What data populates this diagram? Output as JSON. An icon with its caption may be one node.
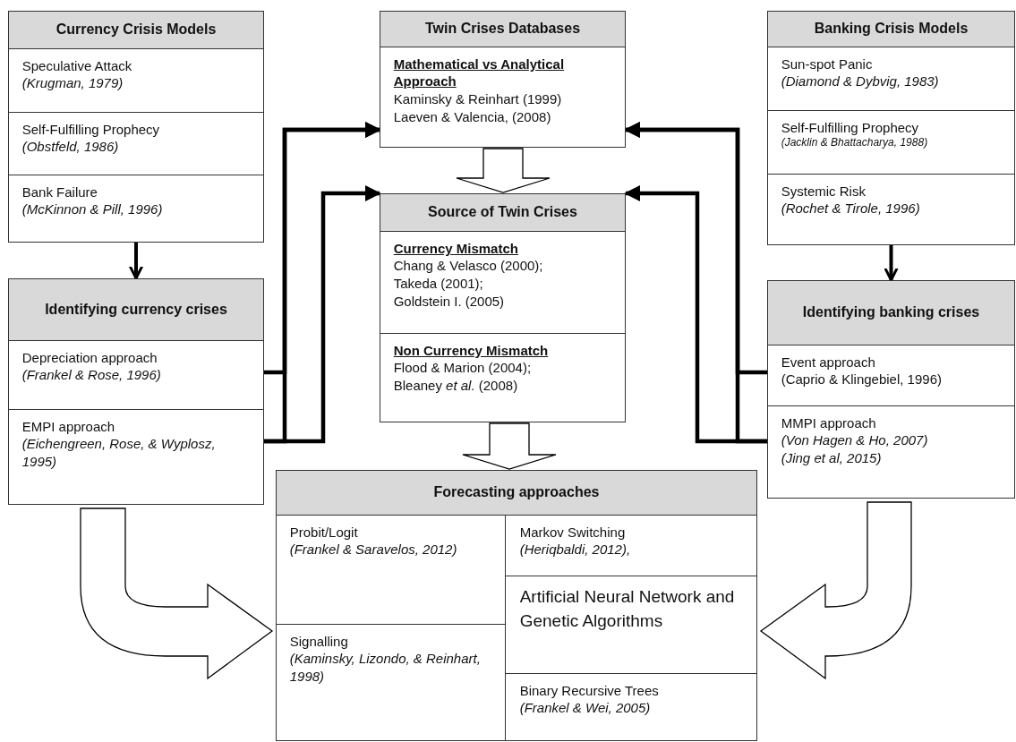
{
  "diagram": {
    "nodes": [
      {
        "text": [
          "Currency Crisis Models"
        ]
      },
      {
        "text": [
          "Speculative Attack",
          "(Krugman, 1979)"
        ],
        "in": 0
      },
      {
        "text": [
          "Self-Fulfilling Prophecy",
          "(Obstfeld, 1986)"
        ],
        "in": 0
      },
      {
        "text": [
          "Bank Failure",
          "(McKinnon & Pill, 1996)"
        ],
        "in": 0
      },
      {
        "text": [
          "Identifying currency crises"
        ]
      },
      {
        "text": [
          "Depreciation approach",
          "(Frankel & Rose, 1996)"
        ],
        "in": 4
      },
      {
        "text": [
          "EMPI approach",
          "(Eichengreen, Rose, & Wyplosz, 1995)"
        ],
        "in": 4
      },
      {
        "text": [
          "Twin Crises Databases"
        ]
      },
      {
        "text": [
          "Mathematical vs Analytical Approach",
          "Kaminsky & Reinhart (1999)",
          "Laeven & Valencia, (2008)"
        ],
        "in": 7
      },
      {
        "text": [
          "Source of Twin Crises"
        ]
      },
      {
        "text": [
          "Currency Mismatch",
          "Chang & Velasco (2000);",
          "Takeda (2001);",
          "Goldstein I. (2005)"
        ],
        "in": 9
      },
      {
        "text": [
          "Non Currency Mismatch",
          "Flood & Marion (2004);",
          "Bleaney *et al.* (2008)"
        ],
        "in": 9
      },
      {
        "text": [
          "Banking Crisis Models"
        ]
      },
      {
        "text": [
          "Sun-spot Panic",
          "(Diamond & Dybvig, 1983)"
        ],
        "in": 12
      },
      {
        "text": [
          "Self-Fulfilling Prophecy",
          "(Jacklin & Bhattacharya, 1988)"
        ],
        "in": 12
      },
      {
        "text": [
          "Systemic Risk",
          "(Rochet & Tirole, 1996)"
        ],
        "in": 12
      },
      {
        "text": [
          "Identifying banking crises"
        ]
      },
      {
        "text": [
          "Event approach",
          "(Caprio & Klingebiel, 1996)"
        ],
        "in": 16
      },
      {
        "text": [
          "MMPI approach",
          "(Von Hagen & Ho, 2007)",
          "(Jing et al, 2015)"
        ],
        "in": 16
      },
      {
        "text": [
          "Forecasting approaches"
        ]
      },
      {
        "text": [
          "Probit/Logit",
          "(Frankel & Saravelos, 2012)"
        ],
        "in": 19
      },
      {
        "text": [
          "Signalling",
          "(Kaminsky, Lizondo, & Reinhart, 1998)"
        ],
        "in": 19
      },
      {
        "text": [
          "Markov Switching",
          "(Heriqbaldi, 2012),"
        ],
        "in": 19
      },
      {
        "text": [
          "Artificial Neural Network and Genetic Algorithms"
        ],
        "in": 19
      },
      {
        "text": [
          "Binary Recursive Trees",
          "(Frankel & Wei, 2005)"
        ],
        "in": 19
      }
    ],
    "edges": [
      {
        "from": 0,
        "to": 4,
        "arrow": "to"
      },
      {
        "from": 12,
        "to": 16,
        "arrow": "to"
      },
      {
        "from": 5,
        "to": 7,
        "arrow": "to"
      },
      {
        "from": 6,
        "to": 7,
        "arrow": "to"
      },
      {
        "from": 6,
        "to": 9,
        "arrow": "to"
      },
      {
        "from": 17,
        "to": 7,
        "arrow": "to"
      },
      {
        "from": 18,
        "to": 7,
        "arrow": "to"
      },
      {
        "from": 18,
        "to": 9,
        "arrow": "to"
      },
      {
        "from": 7,
        "to": 9,
        "arrow": "to"
      },
      {
        "from": 9,
        "to": 19,
        "arrow": "to"
      },
      {
        "from": 4,
        "to": 19,
        "arrow": "to"
      },
      {
        "from": 16,
        "to": 19,
        "arrow": "to"
      }
    ]
  }
}
